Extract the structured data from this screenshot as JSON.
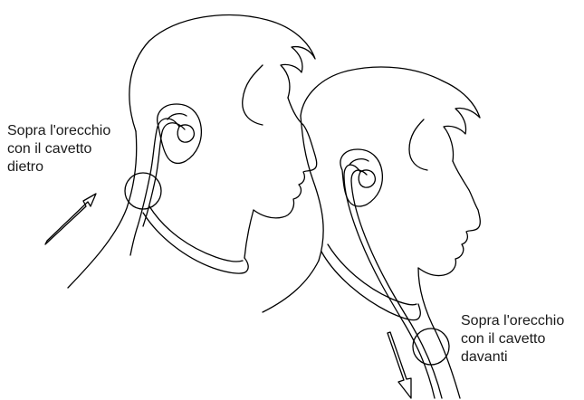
{
  "captions": {
    "behind": {
      "lines": [
        "Sopra l'orecchio",
        "con il cavetto",
        "dietro"
      ]
    },
    "front": {
      "lines": [
        "Sopra l'orecchio",
        "con il cavetto",
        "davanti"
      ]
    }
  },
  "figures": [
    {
      "id": "head-left",
      "icon": "head-profile-icon",
      "cable_routing": "behind"
    },
    {
      "id": "head-right",
      "icon": "head-profile-icon",
      "cable_routing": "front"
    }
  ]
}
